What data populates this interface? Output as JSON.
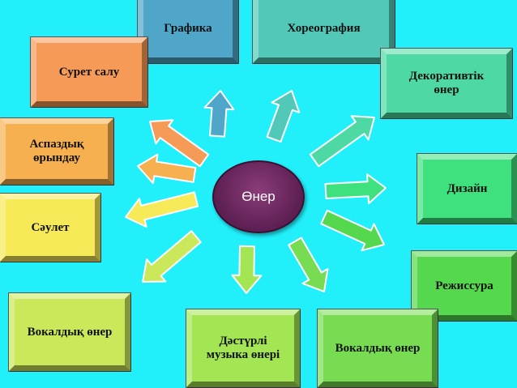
{
  "center": {
    "label": "Өнер",
    "color": "#6b2a61"
  },
  "boxes": {
    "grafika": "Графика",
    "horeografia": "Хореография",
    "dekorativtik": "Декоративтік\nөнер",
    "suret": "Сурет салу",
    "aspazdyk": "Аспаздық\nөрындау",
    "saulet": "Сәулет",
    "dizain": "Дизайн",
    "rezhissura": "Режиссура",
    "vokal_left": "Вокалдық өнер",
    "dasturli": "Дәстүрлі\nмузыка өнері",
    "vokal_right": "Вокалдық өнер"
  },
  "colors": {
    "background": "#21f0fb",
    "grafika": "#4fa6c8",
    "horeografia": "#52c9b8",
    "dekorativtik": "#4ed9a4",
    "suret": "#f59a57",
    "aspazdyk": "#f6b04f",
    "saulet": "#f6ea58",
    "dizain": "#3fe07e",
    "rezhissura": "#55d84e",
    "vokal_left": "#cbe85a",
    "dasturli": "#a3e553",
    "vokal_right": "#77dc52"
  }
}
